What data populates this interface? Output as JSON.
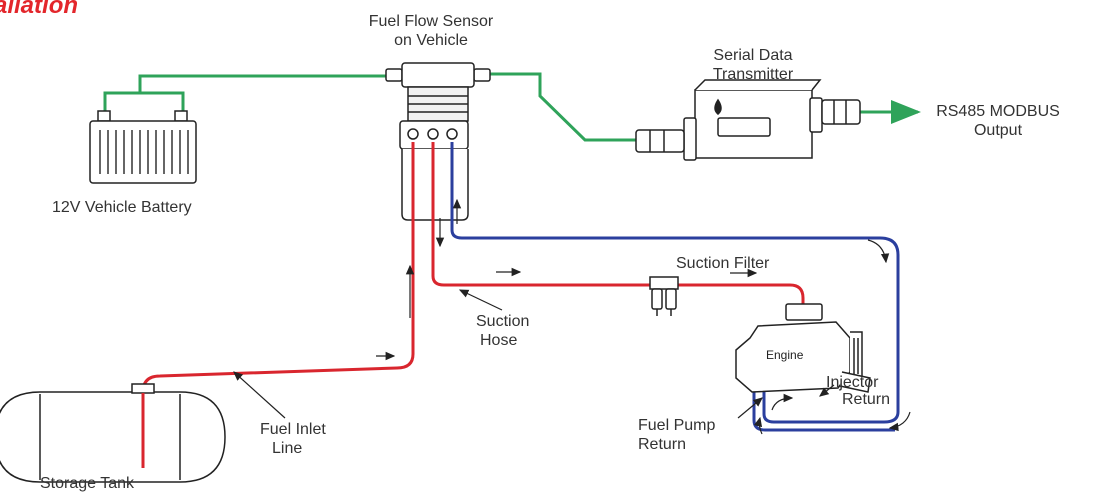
{
  "heading": "allation",
  "labels": {
    "sensor_line1": "Fuel Flow Sensor",
    "sensor_line2": "on Vehicle",
    "transmitter_line1": "Serial Data",
    "transmitter_line2": "Transmitter",
    "output_line1": "RS485 MODBUS",
    "output_line2": "Output",
    "battery": "12V Vehicle Battery",
    "suction_filter": "Suction Filter",
    "suction_hose_line1": "Suction",
    "suction_hose_line2": "Hose",
    "engine": "Engine",
    "injector_return_line1": "Injector",
    "injector_return_line2": "Return",
    "fuel_pump_return_line1": "Fuel Pump",
    "fuel_pump_return_line2": "Return",
    "fuel_inlet_line1": "Fuel Inlet",
    "fuel_inlet_line2": "Line",
    "storage_tank": "Storage Tank"
  },
  "colors": {
    "heading": "#e3262b",
    "fuel_inlet": "#d9262e",
    "fuel_return": "#2b3f9e",
    "signal_wire": "#2fa35a",
    "outline": "#222222"
  }
}
